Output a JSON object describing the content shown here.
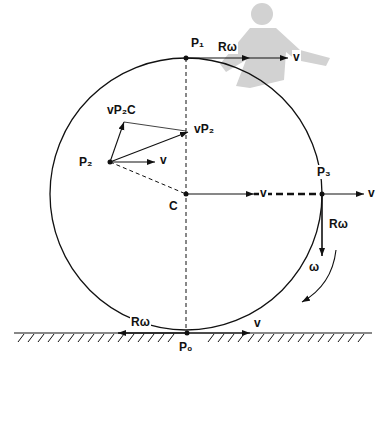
{
  "diagram": {
    "labels": [
      "P₁",
      "Rω",
      "v",
      "vP₂C",
      "vP₂",
      "P₂",
      "v",
      "C",
      "v",
      "P₃",
      "v",
      "Rω",
      "ω",
      "Rω",
      "P₀",
      "v"
    ]
  }
}
